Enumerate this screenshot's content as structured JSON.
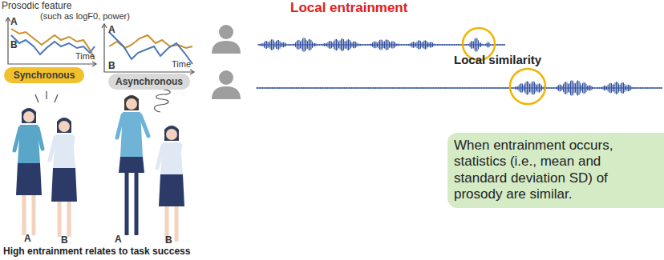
{
  "diagram": {
    "nodes": [
      {
        "text": [
          "Synchronous"
        ]
      },
      {
        "text": [
          "Asynchronous"
        ]
      },
      {
        "text": [
          "When entrainment occurs, statistics (i.e., mean and standard deviation SD) of prosody are similar."
        ]
      }
    ],
    "labels": [
      "Prosodic feature",
      "(such as logF0, power)",
      "A",
      "B",
      "Time",
      "A",
      "B",
      "Time",
      "A",
      "B",
      "A",
      "B",
      "High entrainment relates to task success",
      "Local entrainment",
      "Local similarity"
    ]
  }
}
